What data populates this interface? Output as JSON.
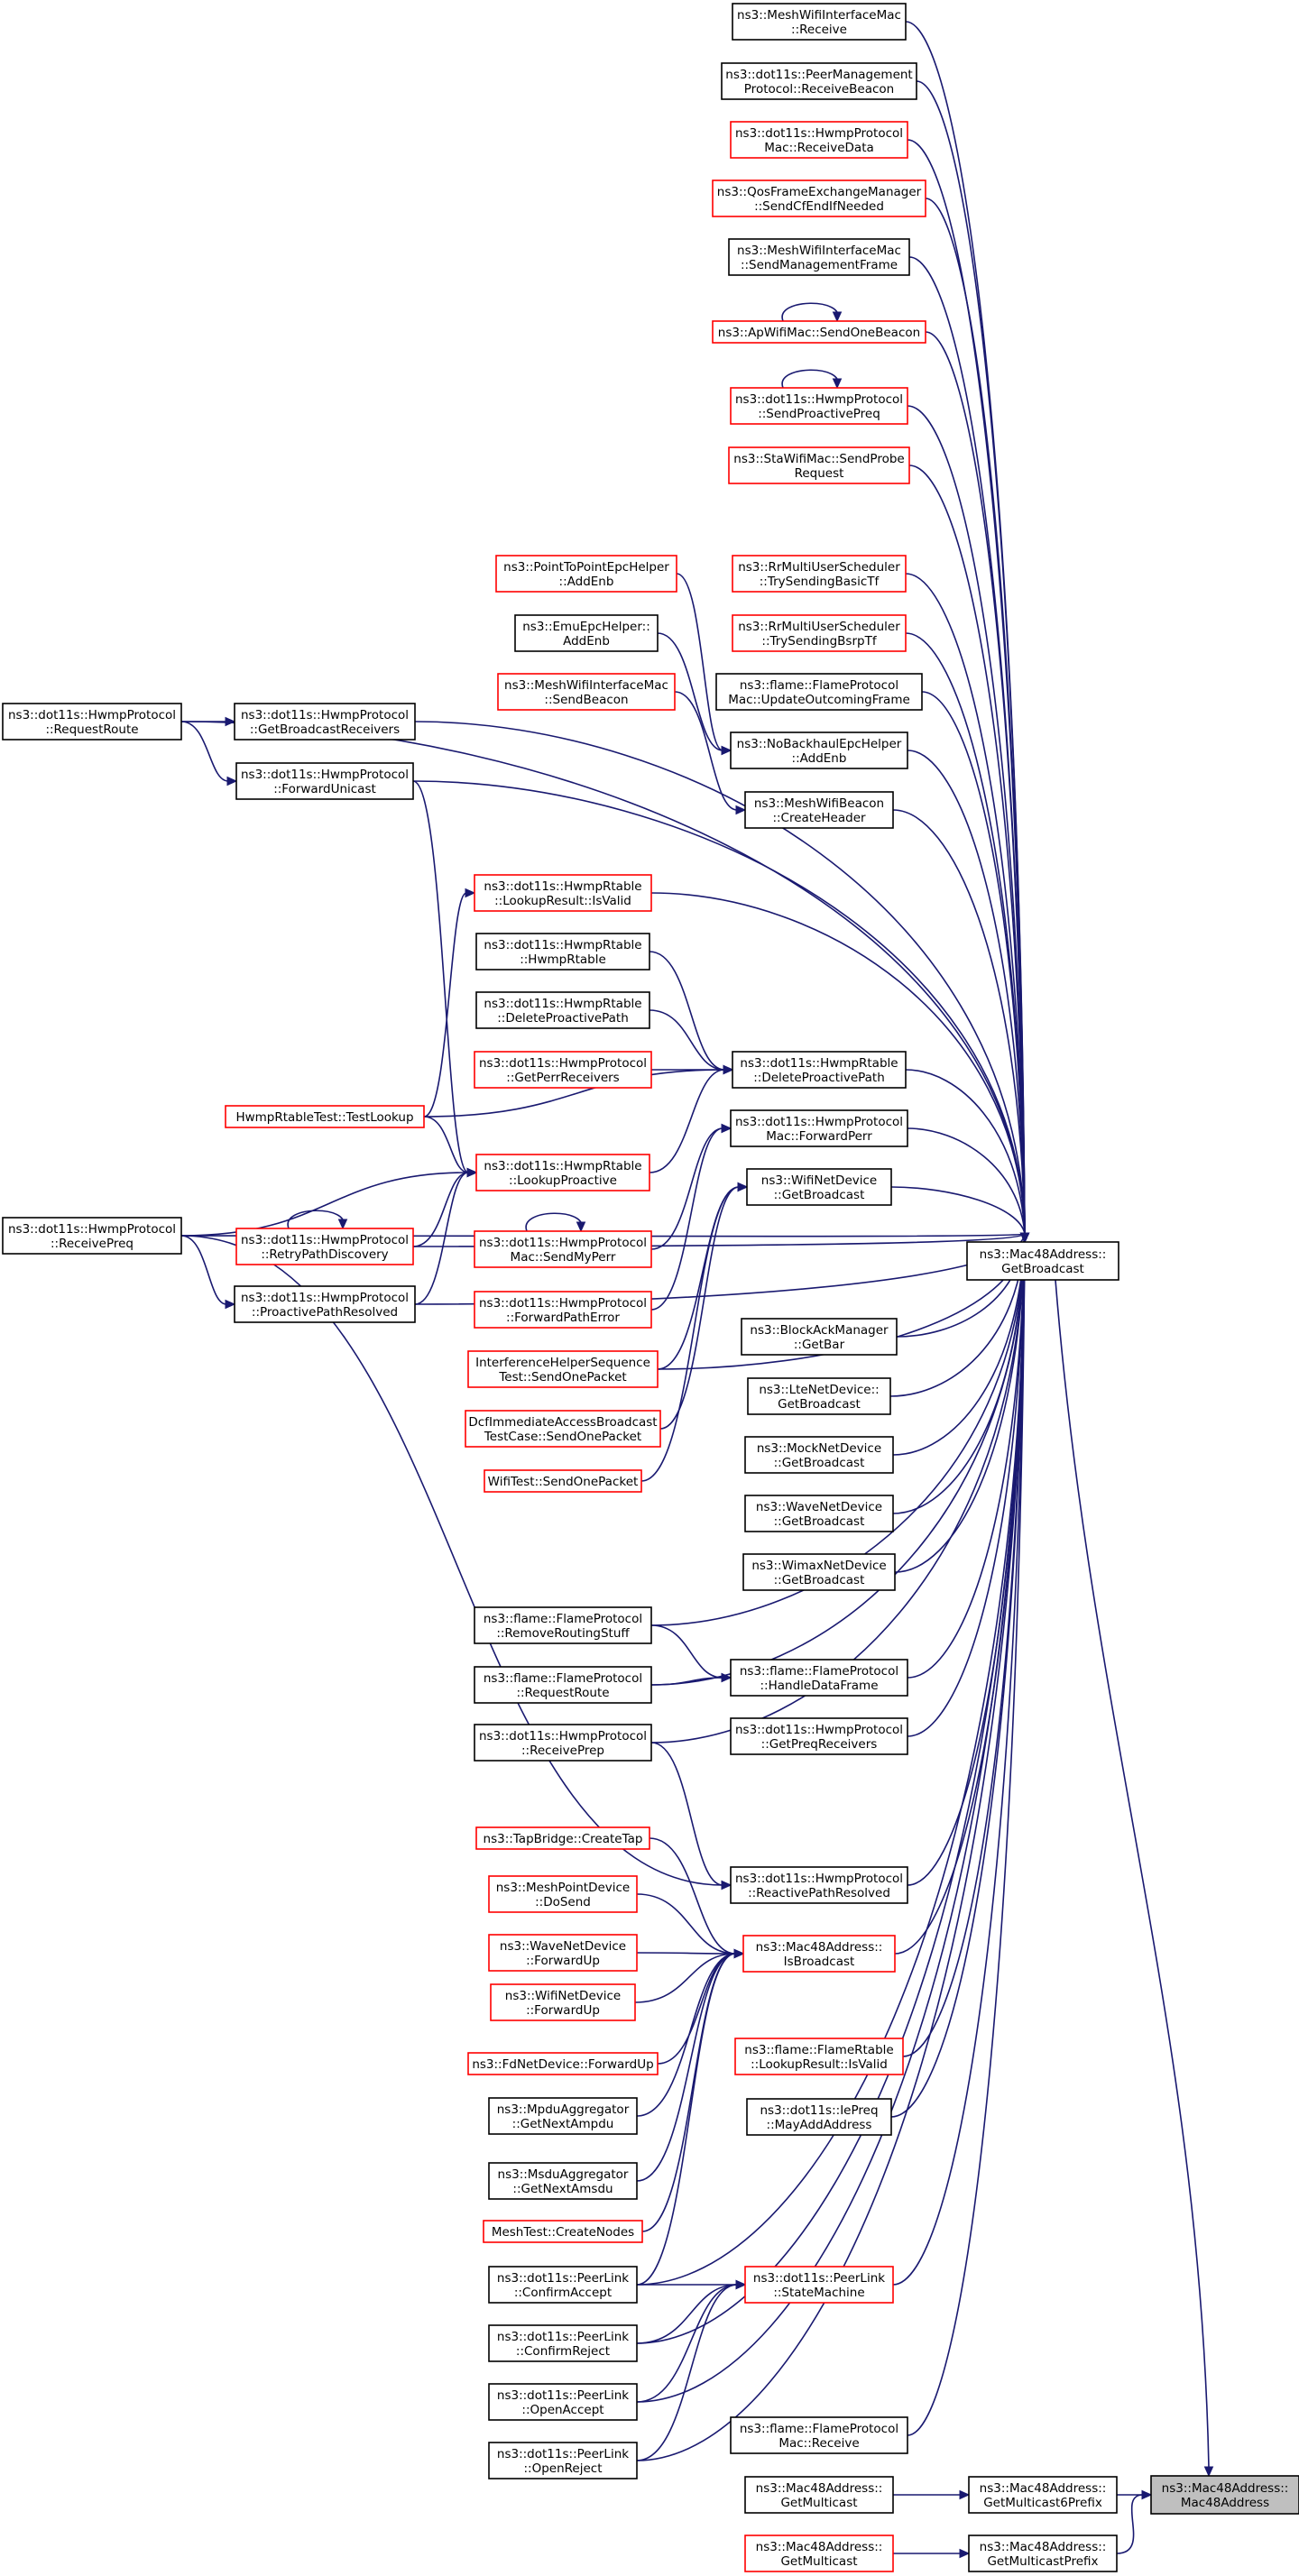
{
  "diagram": {
    "hub": [
      "ns3::Mac48Address::",
      "GetBroadcast"
    ],
    "target": [
      "ns3::Mac48Address::",
      "Mac48Address"
    ],
    "nodes": {
      "n_mwim_receive": {
        "lines": [
          "ns3::MeshWifiInterfaceMac",
          "::Receive"
        ],
        "style": "black"
      },
      "n_pmp_receivebeacon": {
        "lines": [
          "ns3::dot11s::PeerManagement",
          "Protocol::ReceiveBeacon"
        ],
        "style": "black"
      },
      "n_hwmpmac_receivedata": {
        "lines": [
          "ns3::dot11s::HwmpProtocol",
          "Mac::ReceiveData"
        ],
        "style": "red"
      },
      "n_qos_sendcfend": {
        "lines": [
          "ns3::QosFrameExchangeManager",
          "::SendCfEndIfNeeded"
        ],
        "style": "red"
      },
      "n_mwim_sendmgmt": {
        "lines": [
          "ns3::MeshWifiInterfaceMac",
          "::SendManagementFrame"
        ],
        "style": "black"
      },
      "n_apwifimac_sendonebeacon": {
        "lines": [
          "ns3::ApWifiMac::SendOneBeacon"
        ],
        "style": "red"
      },
      "n_hwmp_sendproactivepreq": {
        "lines": [
          "ns3::dot11s::HwmpProtocol",
          "::SendProactivePreq"
        ],
        "style": "red"
      },
      "n_stawifimac_sendprobe": {
        "lines": [
          "ns3::StaWifiMac::SendProbe",
          "Request"
        ],
        "style": "red"
      },
      "n_rrmus_basictf": {
        "lines": [
          "ns3::RrMultiUserScheduler",
          "::TrySendingBasicTf"
        ],
        "style": "red"
      },
      "n_rrmus_bsrptf": {
        "lines": [
          "ns3::RrMultiUserScheduler",
          "::TrySendingBsrpTf"
        ],
        "style": "red"
      },
      "n_flamemac_updateoutcoming": {
        "lines": [
          "ns3::flame::FlameProtocol",
          "Mac::UpdateOutcomingFrame"
        ],
        "style": "black"
      },
      "n_nobackhaul_addenb": {
        "lines": [
          "ns3::NoBackhaulEpcHelper",
          "::AddEnb"
        ],
        "style": "black"
      },
      "n_meshwifibeacon_createheader": {
        "lines": [
          "ns3::MeshWifiBeacon",
          "::CreateHeader"
        ],
        "style": "black"
      },
      "n_p2pepc_addenb": {
        "lines": [
          "ns3::PointToPointEpcHelper",
          "::AddEnb"
        ],
        "style": "red"
      },
      "n_emuepc_addenb": {
        "lines": [
          "ns3::EmuEpcHelper::",
          "AddEnb"
        ],
        "style": "black"
      },
      "n_mwim_sendbeacon": {
        "lines": [
          "ns3::MeshWifiInterfaceMac",
          "::SendBeacon"
        ],
        "style": "red"
      },
      "n_hwmp_requestroute": {
        "lines": [
          "ns3::dot11s::HwmpProtocol",
          "::RequestRoute"
        ],
        "style": "black"
      },
      "n_hwmp_getbroadcastreceivers": {
        "lines": [
          "ns3::dot11s::HwmpProtocol",
          "::GetBroadcastReceivers"
        ],
        "style": "black"
      },
      "n_hwmp_forwardunicast": {
        "lines": [
          "ns3::dot11s::HwmpProtocol",
          "::ForwardUnicast"
        ],
        "style": "black"
      },
      "n_rtable_lookupresult_isvalid": {
        "lines": [
          "ns3::dot11s::HwmpRtable",
          "::LookupResult::IsValid"
        ],
        "style": "red"
      },
      "n_rtable_hwmprtable": {
        "lines": [
          "ns3::dot11s::HwmpRtable",
          "::HwmpRtable"
        ],
        "style": "black"
      },
      "n_rtable_deleteproactivepath_l": {
        "lines": [
          "ns3::dot11s::HwmpRtable",
          "::DeleteProactivePath"
        ],
        "style": "black"
      },
      "n_hwmp_getperrreceivers": {
        "lines": [
          "ns3::dot11s::HwmpProtocol",
          "::GetPerrReceivers"
        ],
        "style": "red"
      },
      "n_rtable_deleteproactivepath_r": {
        "lines": [
          "ns3::dot11s::HwmpRtable",
          "::DeleteProactivePath"
        ],
        "style": "black"
      },
      "n_rtabletest_testlookup": {
        "lines": [
          "HwmpRtableTest::TestLookup"
        ],
        "style": "red"
      },
      "n_hwmpmac_forwardperr": {
        "lines": [
          "ns3::dot11s::HwmpProtocol",
          "Mac::ForwardPerr"
        ],
        "style": "black"
      },
      "n_rtable_lookupproactive": {
        "lines": [
          "ns3::dot11s::HwmpRtable",
          "::LookupProactive"
        ],
        "style": "red"
      },
      "n_wifinetdevice_getbroadcast": {
        "lines": [
          "ns3::WifiNetDevice",
          "::GetBroadcast"
        ],
        "style": "black"
      },
      "n_hwmp_receivepreq": {
        "lines": [
          "ns3::dot11s::HwmpProtocol",
          "::ReceivePreq"
        ],
        "style": "black"
      },
      "n_hwmp_retrypathdiscovery": {
        "lines": [
          "ns3::dot11s::HwmpProtocol",
          "::RetryPathDiscovery"
        ],
        "style": "red"
      },
      "n_hwmpmac_sendmyperr": {
        "lines": [
          "ns3::dot11s::HwmpProtocol",
          "Mac::SendMyPerr"
        ],
        "style": "red"
      },
      "n_hwmp_proactivepathresolved": {
        "lines": [
          "ns3::dot11s::HwmpProtocol",
          "::ProactivePathResolved"
        ],
        "style": "black"
      },
      "n_hwmp_forwardpatherror": {
        "lines": [
          "ns3::dot11s::HwmpProtocol",
          "::ForwardPathError"
        ],
        "style": "red"
      },
      "n_blockack_getbar": {
        "lines": [
          "ns3::BlockAckManager",
          "::GetBar"
        ],
        "style": "black"
      },
      "n_interference_sendonepacket": {
        "lines": [
          "InterferenceHelperSequence",
          "Test::SendOnePacket"
        ],
        "style": "red"
      },
      "n_ltenetdevice_getbroadcast": {
        "lines": [
          "ns3::LteNetDevice::",
          "GetBroadcast"
        ],
        "style": "black"
      },
      "n_dcfimmediate_sendonepacket": {
        "lines": [
          "DcfImmediateAccessBroadcast",
          "TestCase::SendOnePacket"
        ],
        "style": "red"
      },
      "n_mocknetdevice_getbroadcast": {
        "lines": [
          "ns3::MockNetDevice",
          "::GetBroadcast"
        ],
        "style": "black"
      },
      "n_wifitest_sendonepacket": {
        "lines": [
          "WifiTest::SendOnePacket"
        ],
        "style": "red"
      },
      "n_wavenetdevice_getbroadcast": {
        "lines": [
          "ns3::WaveNetDevice",
          "::GetBroadcast"
        ],
        "style": "black"
      },
      "n_wimaxnetdevice_getbroadcast": {
        "lines": [
          "ns3::WimaxNetDevice",
          "::GetBroadcast"
        ],
        "style": "black"
      },
      "n_flame_removeroutingstuff": {
        "lines": [
          "ns3::flame::FlameProtocol",
          "::RemoveRoutingStuff"
        ],
        "style": "black"
      },
      "n_flame_requestroute": {
        "lines": [
          "ns3::flame::FlameProtocol",
          "::RequestRoute"
        ],
        "style": "black"
      },
      "n_flame_handledataframe": {
        "lines": [
          "ns3::flame::FlameProtocol",
          "::HandleDataFrame"
        ],
        "style": "black"
      },
      "n_hwmp_getpreqreceivers": {
        "lines": [
          "ns3::dot11s::HwmpProtocol",
          "::GetPreqReceivers"
        ],
        "style": "black"
      },
      "n_hwmp_receiveprep": {
        "lines": [
          "ns3::dot11s::HwmpProtocol",
          "::ReceivePrep"
        ],
        "style": "black"
      },
      "n_hwmp_reactivepathresolved": {
        "lines": [
          "ns3::dot11s::HwmpProtocol",
          "::ReactivePathResolved"
        ],
        "style": "black"
      },
      "n_tapbridge_createtap": {
        "lines": [
          "ns3::TapBridge::CreateTap"
        ],
        "style": "red"
      },
      "n_meshpoint_dosend": {
        "lines": [
          "ns3::MeshPointDevice",
          "::DoSend"
        ],
        "style": "red"
      },
      "n_mac48_isbroadcast": {
        "lines": [
          "ns3::Mac48Address::",
          "IsBroadcast"
        ],
        "style": "red"
      },
      "n_wavenetdevice_forwardup": {
        "lines": [
          "ns3::WaveNetDevice",
          "::ForwardUp"
        ],
        "style": "red"
      },
      "n_wifinetdevice_forwardup": {
        "lines": [
          "ns3::WifiNetDevice",
          "::ForwardUp"
        ],
        "style": "red"
      },
      "n_fdnetdevice_forwardup": {
        "lines": [
          "ns3::FdNetDevice::ForwardUp"
        ],
        "style": "red"
      },
      "n_flamertable_isvalid": {
        "lines": [
          "ns3::flame::FlameRtable",
          "::LookupResult::IsValid"
        ],
        "style": "red"
      },
      "n_mpduaggregator_getnextampdu": {
        "lines": [
          "ns3::MpduAggregator",
          "::GetNextAmpdu"
        ],
        "style": "black"
      },
      "n_iepreq_mayaddaddress": {
        "lines": [
          "ns3::dot11s::IePreq",
          "::MayAddAddress"
        ],
        "style": "black"
      },
      "n_msduaggregator_getnextamsdu": {
        "lines": [
          "ns3::MsduAggregator",
          "::GetNextAmsdu"
        ],
        "style": "black"
      },
      "n_meshtest_createnodes": {
        "lines": [
          "MeshTest::CreateNodes"
        ],
        "style": "red"
      },
      "n_peerlink_confirmaccept": {
        "lines": [
          "ns3::dot11s::PeerLink",
          "::ConfirmAccept"
        ],
        "style": "black"
      },
      "n_peerlink_statemachine": {
        "lines": [
          "ns3::dot11s::PeerLink",
          "::StateMachine"
        ],
        "style": "red"
      },
      "n_peerlink_confirmreject": {
        "lines": [
          "ns3::dot11s::PeerLink",
          "::ConfirmReject"
        ],
        "style": "black"
      },
      "n_peerlink_openaccept": {
        "lines": [
          "ns3::dot11s::PeerLink",
          "::OpenAccept"
        ],
        "style": "black"
      },
      "n_flamemac_receive": {
        "lines": [
          "ns3::flame::FlameProtocol",
          "Mac::Receive"
        ],
        "style": "black"
      },
      "n_peerlink_openreject": {
        "lines": [
          "ns3::dot11s::PeerLink",
          "::OpenReject"
        ],
        "style": "black"
      },
      "n_mac48_getmulticast_a": {
        "lines": [
          "ns3::Mac48Address::",
          "GetMulticast"
        ],
        "style": "black"
      },
      "n_mac48_getmulticast6prefix": {
        "lines": [
          "ns3::Mac48Address::",
          "GetMulticast6Prefix"
        ],
        "style": "black"
      },
      "n_mac48_getmulticast_b": {
        "lines": [
          "ns3::Mac48Address::",
          "GetMulticast"
        ],
        "style": "red"
      },
      "n_mac48_getmulticastprefix": {
        "lines": [
          "ns3::Mac48Address::",
          "GetMulticastPrefix"
        ],
        "style": "black"
      }
    },
    "edges": [
      [
        "n_mwim_receive",
        "hub"
      ],
      [
        "n_pmp_receivebeacon",
        "hub"
      ],
      [
        "n_hwmpmac_receivedata",
        "hub"
      ],
      [
        "n_qos_sendcfend",
        "hub"
      ],
      [
        "n_mwim_sendmgmt",
        "hub"
      ],
      [
        "n_apwifimac_sendonebeacon",
        "hub"
      ],
      [
        "n_apwifimac_sendonebeacon",
        "n_apwifimac_sendonebeacon"
      ],
      [
        "n_hwmp_sendproactivepreq",
        "hub"
      ],
      [
        "n_hwmp_sendproactivepreq",
        "n_hwmp_sendproactivepreq"
      ],
      [
        "n_stawifimac_sendprobe",
        "hub"
      ],
      [
        "n_hwmp_requestroute",
        "hub"
      ],
      [
        "n_rrmus_basictf",
        "hub"
      ],
      [
        "n_rrmus_bsrptf",
        "hub"
      ],
      [
        "n_flamemac_updateoutcoming",
        "hub"
      ],
      [
        "n_p2pepc_addenb",
        "n_nobackhaul_addenb"
      ],
      [
        "n_emuepc_addenb",
        "n_nobackhaul_addenb"
      ],
      [
        "n_nobackhaul_addenb",
        "hub"
      ],
      [
        "n_mwim_sendbeacon",
        "n_meshwifibeacon_createheader"
      ],
      [
        "n_meshwifibeacon_createheader",
        "hub"
      ],
      [
        "n_hwmp_requestroute",
        "n_hwmp_getbroadcastreceivers"
      ],
      [
        "n_hwmp_requestroute",
        "n_hwmp_forwardunicast"
      ],
      [
        "n_hwmp_getbroadcastreceivers",
        "hub"
      ],
      [
        "n_hwmp_forwardunicast",
        "hub"
      ],
      [
        "n_hwmp_forwardunicast",
        "n_rtable_lookupproactive"
      ],
      [
        "n_rtable_lookupresult_isvalid",
        "hub"
      ],
      [
        "n_rtable_hwmprtable",
        "n_rtable_deleteproactivepath_r"
      ],
      [
        "n_rtable_deleteproactivepath_l",
        "n_rtable_deleteproactivepath_r"
      ],
      [
        "n_hwmp_getperrreceivers",
        "n_rtable_deleteproactivepath_r"
      ],
      [
        "n_rtabletest_testlookup",
        "n_rtable_deleteproactivepath_r"
      ],
      [
        "n_rtable_deleteproactivepath_r",
        "hub"
      ],
      [
        "n_rtabletest_testlookup",
        "n_rtable_lookupresult_isvalid"
      ],
      [
        "n_rtabletest_testlookup",
        "n_rtable_lookupproactive"
      ],
      [
        "n_rtable_lookupproactive",
        "n_rtable_deleteproactivepath_r"
      ],
      [
        "n_hwmpmac_forwardperr",
        "hub"
      ],
      [
        "n_hwmp_receivepreq",
        "hub"
      ],
      [
        "n_hwmp_receivepreq",
        "n_rtable_lookupproactive"
      ],
      [
        "n_hwmp_receivepreq",
        "n_hwmp_proactivepathresolved"
      ],
      [
        "n_hwmp_retrypathdiscovery",
        "n_rtable_lookupproactive"
      ],
      [
        "n_hwmp_retrypathdiscovery",
        "n_hwmp_retrypathdiscovery"
      ],
      [
        "n_hwmp_proactivepathresolved",
        "n_rtable_lookupproactive"
      ],
      [
        "n_hwmp_retrypathdiscovery",
        "hub"
      ],
      [
        "n_hwmp_proactivepathresolved",
        "hub"
      ],
      [
        "n_hwmpmac_sendmyperr",
        "n_hwmpmac_forwardperr"
      ],
      [
        "n_hwmpmac_sendmyperr",
        "n_hwmpmac_sendmyperr"
      ],
      [
        "n_hwmp_forwardpatherror",
        "n_hwmpmac_forwardperr"
      ],
      [
        "n_wifinetdevice_getbroadcast",
        "hub"
      ],
      [
        "n_interference_sendonepacket",
        "n_wifinetdevice_getbroadcast"
      ],
      [
        "n_dcfimmediate_sendonepacket",
        "n_wifinetdevice_getbroadcast"
      ],
      [
        "n_wifitest_sendonepacket",
        "n_wifinetdevice_getbroadcast"
      ],
      [
        "n_interference_sendonepacket",
        "hub"
      ],
      [
        "n_blockack_getbar",
        "hub"
      ],
      [
        "n_ltenetdevice_getbroadcast",
        "hub"
      ],
      [
        "n_mocknetdevice_getbroadcast",
        "hub"
      ],
      [
        "n_wavenetdevice_getbroadcast",
        "hub"
      ],
      [
        "n_wimaxnetdevice_getbroadcast",
        "hub"
      ],
      [
        "n_flame_removeroutingstuff",
        "hub"
      ],
      [
        "n_flame_removeroutingstuff",
        "n_flame_handledataframe"
      ],
      [
        "n_flame_requestroute",
        "n_flame_handledataframe"
      ],
      [
        "n_flame_requestroute",
        "hub"
      ],
      [
        "n_flame_handledataframe",
        "hub"
      ],
      [
        "n_hwmp_getpreqreceivers",
        "hub"
      ],
      [
        "n_hwmp_receiveprep",
        "n_hwmp_reactivepathresolved"
      ],
      [
        "n_hwmp_receivepreq",
        "n_hwmp_reactivepathresolved"
      ],
      [
        "n_hwmp_receiveprep",
        "hub"
      ],
      [
        "n_hwmp_reactivepathresolved",
        "hub"
      ],
      [
        "n_tapbridge_createtap",
        "n_mac48_isbroadcast"
      ],
      [
        "n_meshpoint_dosend",
        "n_mac48_isbroadcast"
      ],
      [
        "n_wavenetdevice_forwardup",
        "n_mac48_isbroadcast"
      ],
      [
        "n_wifinetdevice_forwardup",
        "n_mac48_isbroadcast"
      ],
      [
        "n_fdnetdevice_forwardup",
        "n_mac48_isbroadcast"
      ],
      [
        "n_mpduaggregator_getnextampdu",
        "n_mac48_isbroadcast"
      ],
      [
        "n_msduaggregator_getnextamsdu",
        "n_mac48_isbroadcast"
      ],
      [
        "n_meshtest_createnodes",
        "n_mac48_isbroadcast"
      ],
      [
        "n_peerlink_confirmaccept",
        "n_mac48_isbroadcast"
      ],
      [
        "n_mac48_isbroadcast",
        "hub"
      ],
      [
        "n_flamertable_isvalid",
        "hub"
      ],
      [
        "n_iepreq_mayaddaddress",
        "hub"
      ],
      [
        "n_peerlink_confirmaccept",
        "n_peerlink_statemachine"
      ],
      [
        "n_peerlink_confirmreject",
        "n_peerlink_statemachine"
      ],
      [
        "n_peerlink_openaccept",
        "n_peerlink_statemachine"
      ],
      [
        "n_peerlink_openreject",
        "n_peerlink_statemachine"
      ],
      [
        "n_peerlink_confirmaccept",
        "hub"
      ],
      [
        "n_peerlink_confirmreject",
        "hub"
      ],
      [
        "n_peerlink_openaccept",
        "hub"
      ],
      [
        "n_peerlink_openreject",
        "hub"
      ],
      [
        "n_peerlink_statemachine",
        "hub"
      ],
      [
        "n_flamemac_receive",
        "hub"
      ],
      [
        "hub",
        "target"
      ],
      [
        "n_mac48_getmulticast_a",
        "n_mac48_getmulticast6prefix"
      ],
      [
        "n_mac48_getmulticast6prefix",
        "target"
      ],
      [
        "n_mac48_getmulticast_b",
        "n_mac48_getmulticastprefix"
      ],
      [
        "n_mac48_getmulticastprefix",
        "target"
      ]
    ]
  }
}
